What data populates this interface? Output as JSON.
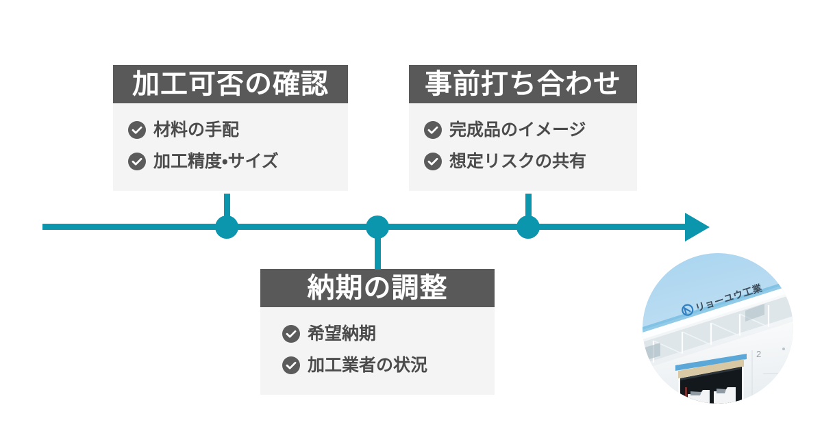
{
  "theme": {
    "accent_color": "#0c96ad",
    "header_bg_color": "#595959",
    "card_bg_color": "#f4f4f4",
    "text_color": "#4b4b4b"
  },
  "timeline": {
    "name": "process-timeline",
    "nodes": [
      {
        "id": "node-1",
        "card": "card-1",
        "direction": "up"
      },
      {
        "id": "node-2",
        "card": "card-3",
        "direction": "down"
      },
      {
        "id": "node-3",
        "card": "card-2",
        "direction": "up"
      }
    ]
  },
  "cards": [
    {
      "title": "加工可否の確認",
      "items": [
        {
          "icon": "check-circle-icon",
          "label": "材料の手配"
        },
        {
          "icon": "check-circle-icon",
          "label": "加工精度・サイズ"
        }
      ]
    },
    {
      "title": "事前打ち合わせ",
      "items": [
        {
          "icon": "check-circle-icon",
          "label": "完成品のイメージ"
        },
        {
          "icon": "check-circle-icon",
          "label": "想定リスクの共有"
        }
      ]
    },
    {
      "title": "納期の調整",
      "items": [
        {
          "icon": "check-circle-icon",
          "label": "希望納期"
        },
        {
          "icon": "check-circle-icon",
          "label": "加工業者の状況"
        }
      ]
    }
  ],
  "photo": {
    "name": "factory-photo",
    "description": "工場外観の写真",
    "sign_text": "リョーユウ工業",
    "door_number": "2"
  }
}
